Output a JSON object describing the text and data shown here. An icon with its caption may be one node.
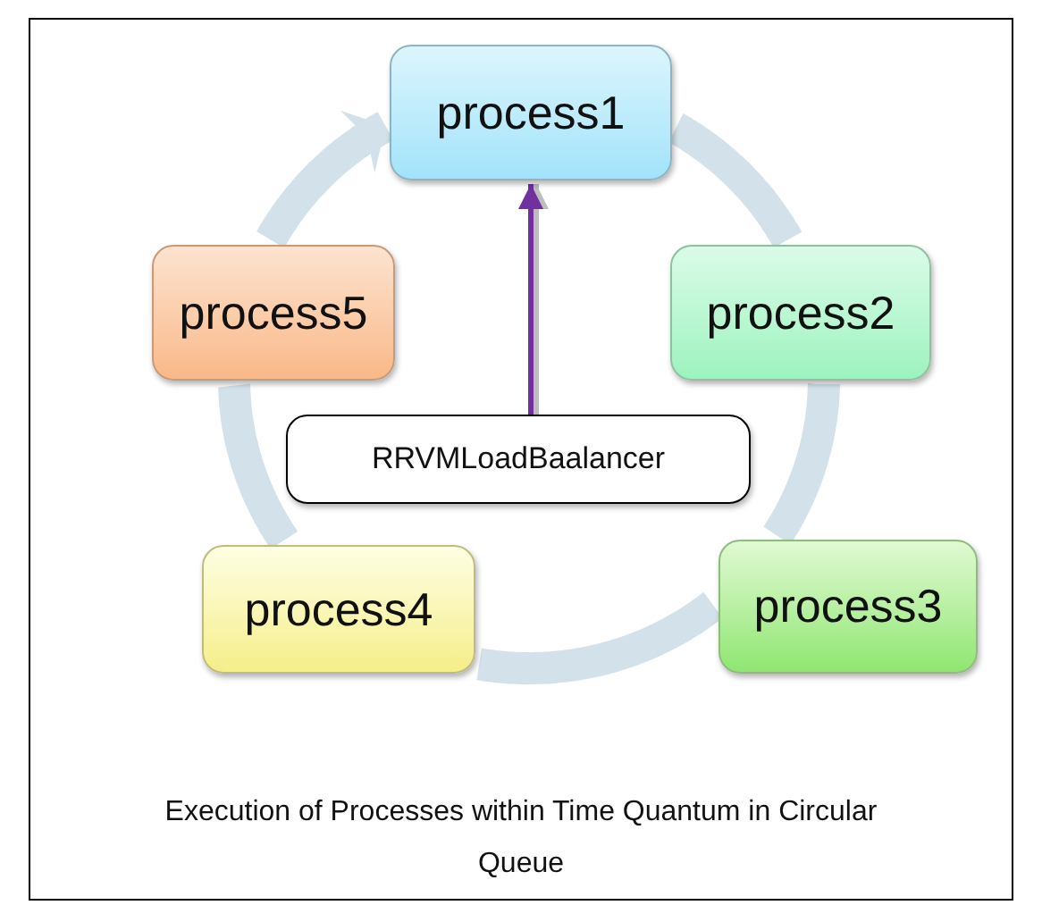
{
  "diagram": {
    "caption": "Execution of Processes within Time Quantum in Circular Queue",
    "nodes": [
      {
        "text": [
          "process1"
        ]
      },
      {
        "text": [
          "process5"
        ]
      },
      {
        "text": [
          "process2"
        ]
      },
      {
        "text": [
          "RRVMLoadBaalancer"
        ]
      },
      {
        "text": [
          "process4"
        ]
      },
      {
        "text": [
          "process3"
        ]
      }
    ],
    "edges": [
      {
        "from": 0,
        "to": 2,
        "arrow": "none"
      },
      {
        "from": 2,
        "to": 5,
        "arrow": "none"
      },
      {
        "from": 5,
        "to": 4,
        "arrow": "none"
      },
      {
        "from": 4,
        "to": 1,
        "arrow": "none"
      },
      {
        "from": 1,
        "to": 0,
        "arrow": "to"
      },
      {
        "from": 3,
        "to": 0,
        "arrow": "to",
        "color": "#7030a0"
      }
    ]
  }
}
